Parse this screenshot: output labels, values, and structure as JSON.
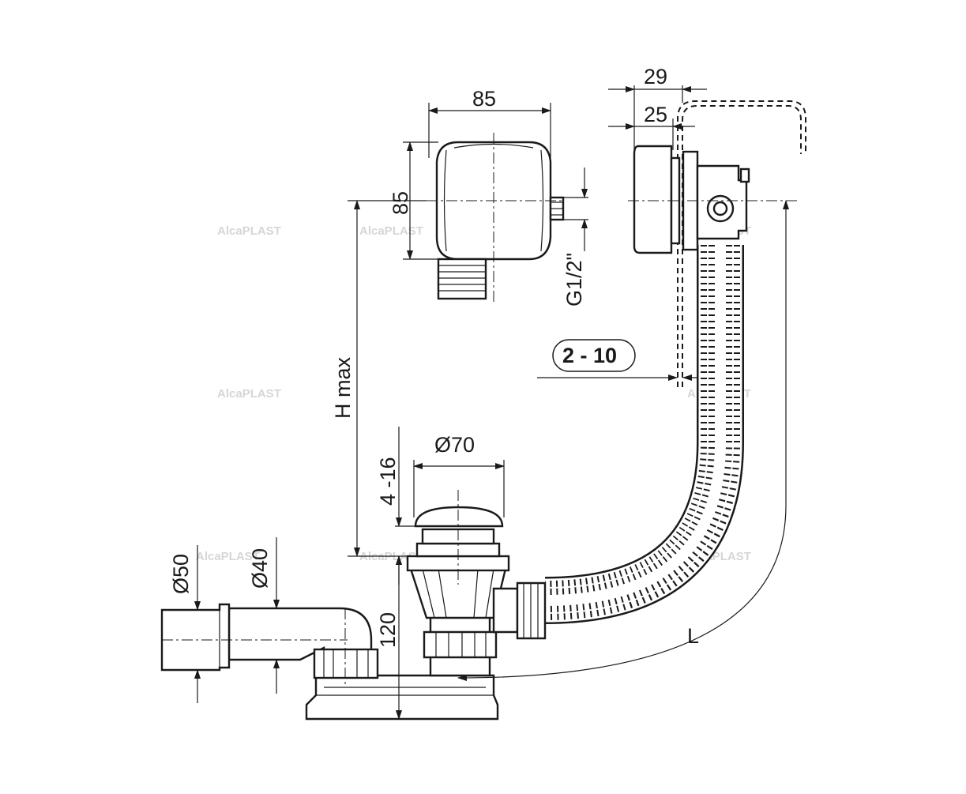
{
  "drawing": {
    "dimensions": {
      "overflow_width": "85",
      "overflow_height": "85",
      "thread": "G1/2\"",
      "wall_29": "29",
      "wall_25": "25",
      "wall_range": "2 - 10",
      "h_max": "H max",
      "plug_diameter": "Ø70",
      "plug_height": "4 -16",
      "trap_height": "120",
      "outlet_50": "Ø50",
      "outlet_40": "Ø40",
      "length": "L"
    },
    "watermark": "AlcaPLAST"
  }
}
